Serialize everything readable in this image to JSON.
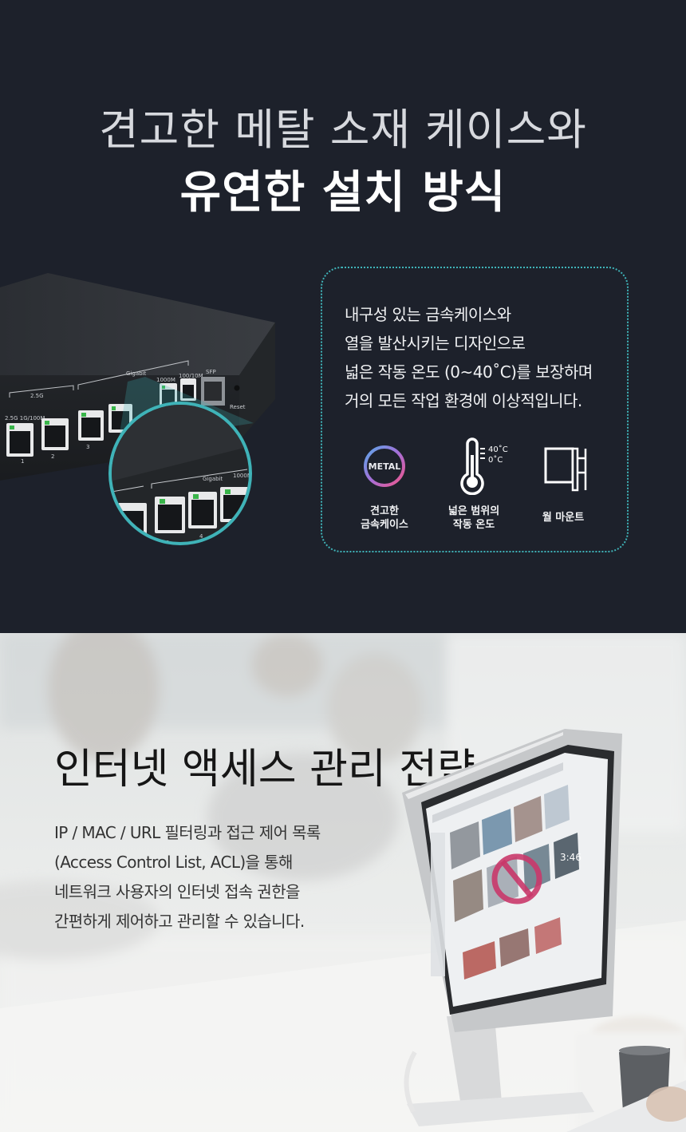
{
  "section1": {
    "title_light": "견고한 메탈 소재 케이스와",
    "title_bold": "유연한 설치 방식",
    "device_labels": {
      "port_2_5g": "2.5G",
      "port_speed": "2.5G  1G/100M",
      "gigabit": "Gigabit",
      "speed_1000m": "1000M",
      "speed_100_10m": "100/10M",
      "sfp": "SFP",
      "reset": "Reset",
      "port_numbers": [
        "1",
        "2",
        "3",
        "4"
      ]
    },
    "feature_lines": [
      "내구성 있는 금속케이스와",
      "열을 발산시키는 디자인으로",
      "넓은 작동 온도 (0~40˚C)를 보장하며",
      "거의 모든 작업 환경에 이상적입니다."
    ],
    "features": [
      {
        "icon": "metal-badge-icon",
        "badge_text": "METAL",
        "label_line1": "견고한",
        "label_line2": "금속케이스"
      },
      {
        "icon": "thermometer-icon",
        "temp_high": "40˚C",
        "temp_low": "0˚C",
        "label_line1": "넓은 범위의",
        "label_line2": "작동 온도"
      },
      {
        "icon": "wall-mount-icon",
        "label_line1": "월 마운트",
        "label_line2": ""
      }
    ],
    "colors": {
      "background": "#1d212b",
      "accent": "#3fb3b8"
    }
  },
  "section2": {
    "title": "인터넷 액세스 관리 전략",
    "desc_lines": [
      "IP / MAC / URL 필터링과 접근 제어 목록",
      "(Access Control List, ACL)을 통해",
      "네트워크 사용자의 인터넷 접속 권한을",
      "간편하게 제어하고 관리할 수 있습니다."
    ],
    "screen_clock": "3:46",
    "colors": {
      "prohibit": "#c9386a"
    }
  }
}
